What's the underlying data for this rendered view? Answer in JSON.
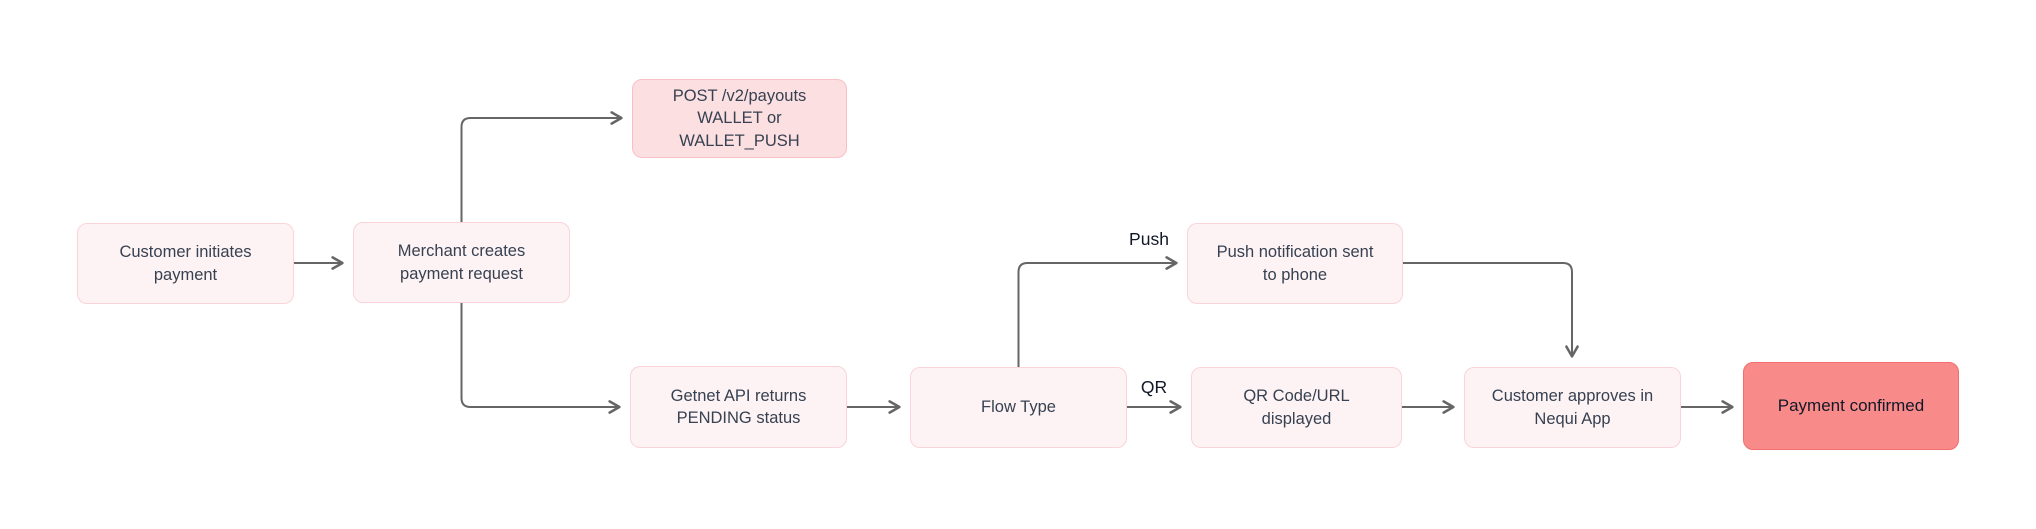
{
  "diagram": {
    "type": "flowchart",
    "title": "",
    "nodes": [
      {
        "id": "customer-initiates",
        "label": "Customer initiates\npayment",
        "style": "light"
      },
      {
        "id": "merchant-creates",
        "label": "Merchant creates\npayment request",
        "style": "light"
      },
      {
        "id": "post-payouts",
        "label": "POST /v2/payouts\nWALLET or\nWALLET_PUSH",
        "style": "medium"
      },
      {
        "id": "getnet-pending",
        "label": "Getnet API returns\nPENDING status",
        "style": "light"
      },
      {
        "id": "flow-type",
        "label": "Flow Type",
        "style": "light"
      },
      {
        "id": "push-notification",
        "label": "Push notification sent\nto phone",
        "style": "light"
      },
      {
        "id": "qr-code",
        "label": "QR Code/URL\ndisplayed",
        "style": "light"
      },
      {
        "id": "customer-approves",
        "label": "Customer approves in\nNequi App",
        "style": "light"
      },
      {
        "id": "payment-confirmed",
        "label": "Payment confirmed",
        "style": "strong"
      }
    ],
    "edges": [
      {
        "from": "customer-initiates",
        "to": "merchant-creates",
        "label": ""
      },
      {
        "from": "merchant-creates",
        "to": "post-payouts",
        "label": ""
      },
      {
        "from": "merchant-creates",
        "to": "getnet-pending",
        "label": ""
      },
      {
        "from": "getnet-pending",
        "to": "flow-type",
        "label": ""
      },
      {
        "from": "flow-type",
        "to": "push-notification",
        "label": "Push"
      },
      {
        "from": "flow-type",
        "to": "qr-code",
        "label": "QR"
      },
      {
        "from": "push-notification",
        "to": "customer-approves",
        "label": ""
      },
      {
        "from": "qr-code",
        "to": "customer-approves",
        "label": ""
      },
      {
        "from": "customer-approves",
        "to": "payment-confirmed",
        "label": ""
      }
    ],
    "colors": {
      "node_light_fill": "#FEF3F4",
      "node_light_border": "#FAD4D8",
      "node_medium_fill": "#FCDFE1",
      "node_medium_border": "#F8BFC4",
      "node_strong_fill": "#F88A8A",
      "node_strong_border": "#F26D6D",
      "edge_color": "#666666",
      "node_text": "#374151",
      "edge_label_text": "#111827",
      "canvas_bg": "#ffffff"
    }
  }
}
